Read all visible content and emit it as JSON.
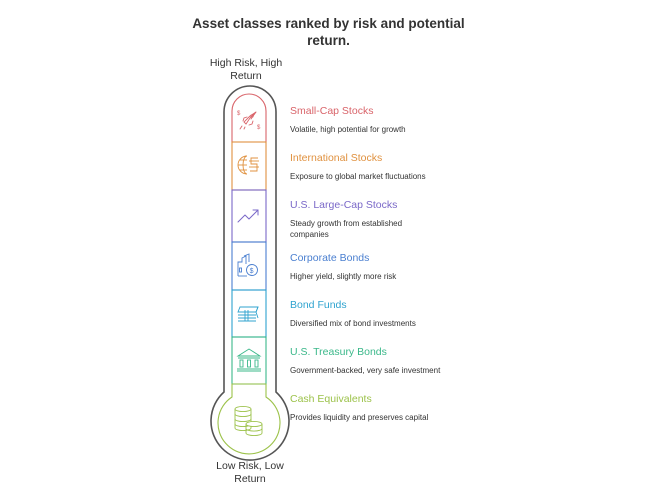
{
  "title": {
    "line1": "Asset classes ranked by risk and potential",
    "line2": "return."
  },
  "scale": {
    "top_label": {
      "line1": "High Risk, High",
      "line2": "Return"
    },
    "bottom_label": {
      "line1": "Low Risk, Low",
      "line2": "Return"
    }
  },
  "colors": {
    "tube_outline": "#555555",
    "small_cap": "#d9646a",
    "international": "#e0913f",
    "large_cap": "#7a68c8",
    "corporate_bonds": "#4a7fd0",
    "bond_funds": "#2fa3cf",
    "treasury": "#3bb88a",
    "cash": "#9cc24a",
    "desc_text": "#333333"
  },
  "items": [
    {
      "title": "Small-Cap Stocks",
      "description": "Volatile, high potential for growth",
      "icon": "rocket-dollar-icon",
      "color": "#d9646a"
    },
    {
      "title": "International Stocks",
      "description": "Exposure to global market fluctuations",
      "icon": "globe-currency-icon",
      "color": "#e0913f"
    },
    {
      "title": "U.S. Large-Cap Stocks",
      "description": "Steady growth from established companies",
      "icon": "trend-up-icon",
      "color": "#7a68c8"
    },
    {
      "title": "Corporate Bonds",
      "description": "Higher yield, slightly more risk",
      "icon": "factory-dollar-icon",
      "color": "#4a7fd0"
    },
    {
      "title": "Bond Funds",
      "description": "Diversified mix of bond investments",
      "icon": "money-stack-icon",
      "color": "#2fa3cf"
    },
    {
      "title": "U.S. Treasury Bonds",
      "description": "Government-backed, very safe investment",
      "icon": "government-building-icon",
      "color": "#3bb88a"
    },
    {
      "title": "Cash Equivalents",
      "description": "Provides liquidity and preserves capital",
      "icon": "coin-stacks-icon",
      "color": "#9cc24a"
    }
  ]
}
